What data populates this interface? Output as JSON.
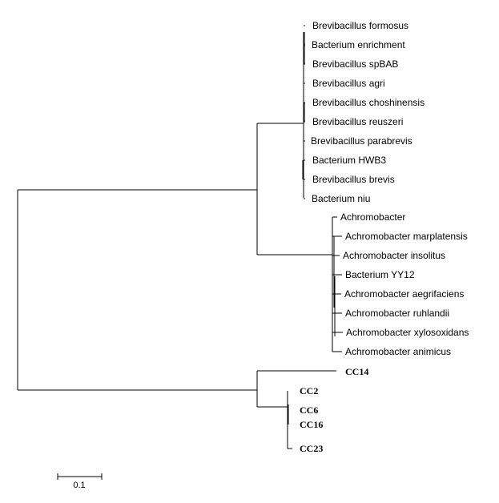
{
  "tree": {
    "clade_brevibacillus": [
      "Brevibacillus formosus",
      "Bacterium enrichment",
      "Brevibacillus spBAB",
      "Brevibacillus agri",
      "Brevibacillus choshinensis",
      "Brevibacillus reuszeri",
      "Brevibacillus parabrevis",
      "Bacterium HWB3",
      "Brevibacillus brevis",
      "Bacterium niu"
    ],
    "clade_achromobacter": [
      "Achromobacter",
      "Achromobacter marplatensis",
      "Achromobacter insolitus",
      "Bacterium YY12",
      "Achromobacter aegrifaciens",
      "Achromobacter ruhlandii",
      "Achromobacter xylosoxidans",
      "Achromobacter animicus"
    ],
    "clade_cc": [
      "CC14",
      "CC2",
      "CC6",
      "CC16",
      "CC23"
    ]
  },
  "scale_bar": {
    "label": "0.1"
  }
}
